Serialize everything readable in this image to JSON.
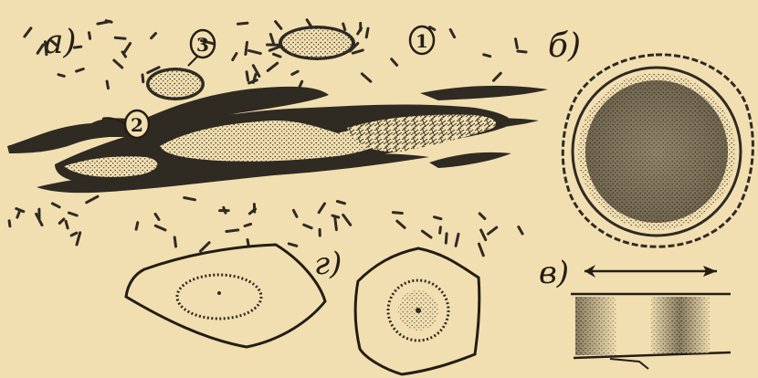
{
  "panels": {
    "a": {
      "label": "а)",
      "callouts": [
        "1",
        "2",
        "3"
      ]
    },
    "b": {
      "label": "б)"
    },
    "v": {
      "label": "в)"
    },
    "g": {
      "label": "г)"
    }
  },
  "colors": {
    "paper": "#f1dfb1",
    "ink": "#231d13",
    "ink_dark": "#2f2a22",
    "stipple": "#4a4030"
  }
}
